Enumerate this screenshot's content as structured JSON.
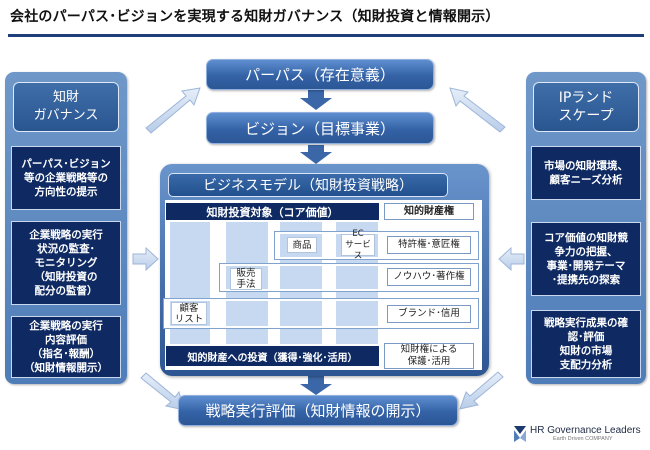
{
  "title": "会社のパーパス･ビジョンを実現する知財ガバナンス（知財投資と情報開示）",
  "top": {
    "purpose": "パーパス（存在意義）",
    "vision": "ビジョン（目標事業）"
  },
  "left": {
    "header": "知財\nガバナンス",
    "items": [
      "パーパス･ビジョン\n等の企業戦略等の\n方向性の提示",
      "企業戦略の実行\n状況の監査･\nモニタリング\n（知財投資の\n配分の監督）",
      "企業戦略の実行\n内容評価\n（指名･報酬）\n（知財情報開示）"
    ]
  },
  "right": {
    "header": "IPランド\nスケープ",
    "items": [
      "市場の知財環境、\n顧客ニーズ分析",
      "コア価値の知財競\n争力の把握、\n事業･開発テーマ\n･提携先の探索",
      "戦略実行成果の確\n認･評価\n知財の市場\n支配力分析"
    ]
  },
  "business_model": {
    "title": "ビジネスモデル（知財投資戦略）",
    "target": "知財投資対象（コア価値）",
    "ip_header": "知的財産権",
    "labels": {
      "product": "商品",
      "ec": "EC\nサービス",
      "sales": "販売\n手法",
      "customers": "顧客\nリスト"
    },
    "rows": [
      "特許権･意匠権",
      "ノウハウ･著作権",
      "ブランド･信用"
    ],
    "investment": "知的財産への投資（獲得･強化･活用）",
    "protection": "知財権による\n保護･活用"
  },
  "bottom": "戦略実行評価（知財情報の開示）",
  "logo": {
    "name": "HR Governance Leaders",
    "sub": "Earth Driven COMPANY"
  }
}
